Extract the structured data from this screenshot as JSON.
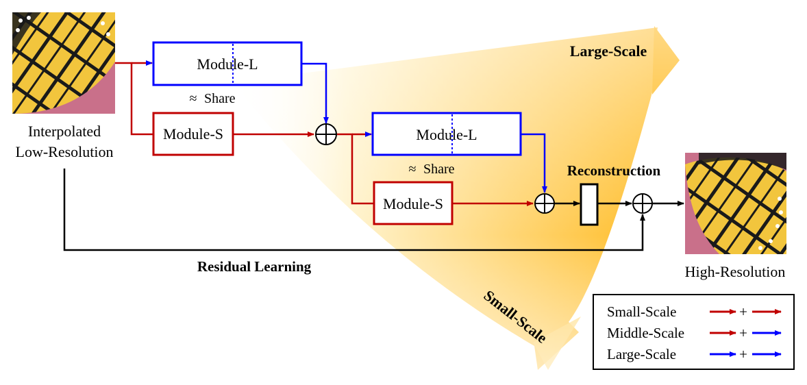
{
  "colors": {
    "red": "#c00000",
    "blue": "#0000ff",
    "black": "#000000",
    "fan_bright": "#ffb000",
    "fan_light": "#fff3cc",
    "wing_yellow": "#f2c53d",
    "wing_black": "#1a1a1a",
    "background_pink": "#c9708a"
  },
  "images": {
    "input": {
      "label_line1": "Interpolated",
      "label_line2": "Low-Resolution",
      "icon": "butterfly-wing-image"
    },
    "output": {
      "label": "High-Resolution",
      "icon": "butterfly-wing-image"
    }
  },
  "modules": {
    "large_1": "Module-L",
    "small_1": "Module-S",
    "large_2": "Module-L",
    "small_2": "Module-S"
  },
  "share": {
    "symbol": "≈",
    "label": "Share"
  },
  "labels": {
    "reconstruction": "Reconstruction",
    "residual": "Residual Learning",
    "large_scale": "Large-Scale",
    "small_scale": "Small-Scale"
  },
  "legend": {
    "items": [
      {
        "label": "Small-Scale",
        "first": "red",
        "second": "red"
      },
      {
        "label": "Middle-Scale",
        "first": "red",
        "second": "blue"
      },
      {
        "label": "Large-Scale",
        "first": "blue",
        "second": "blue"
      }
    ],
    "plus": "+"
  }
}
